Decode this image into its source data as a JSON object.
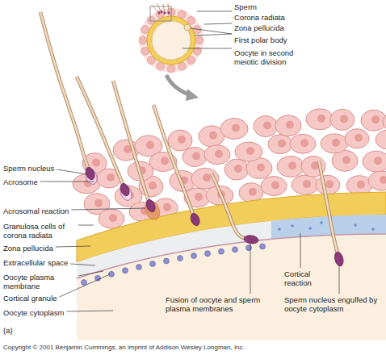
{
  "diagram": {
    "labels": [
      "Sperm",
      "Corona radiata",
      "Zona pellucida",
      "First polar body",
      "Oocyte in second meiotic division",
      "Sperm nucleus",
      "Acrosome",
      "Acrosomal reaction",
      "Granulosa cells of corona radiata",
      "Zona pellucida",
      "Extracellular space",
      "Oocyte plasma membrane",
      "Cortical granule",
      "Oocyte cytoplasm",
      "(a)",
      "Fusion of oocyte and sperm plasma membranes",
      "Cortical reaction",
      "Sperm nucleus engulfed by oocyte cytoplasm",
      "Copyright © 2001 Benjamin Cummings, an imprint of Addison Wesley Longman, Inc."
    ]
  }
}
